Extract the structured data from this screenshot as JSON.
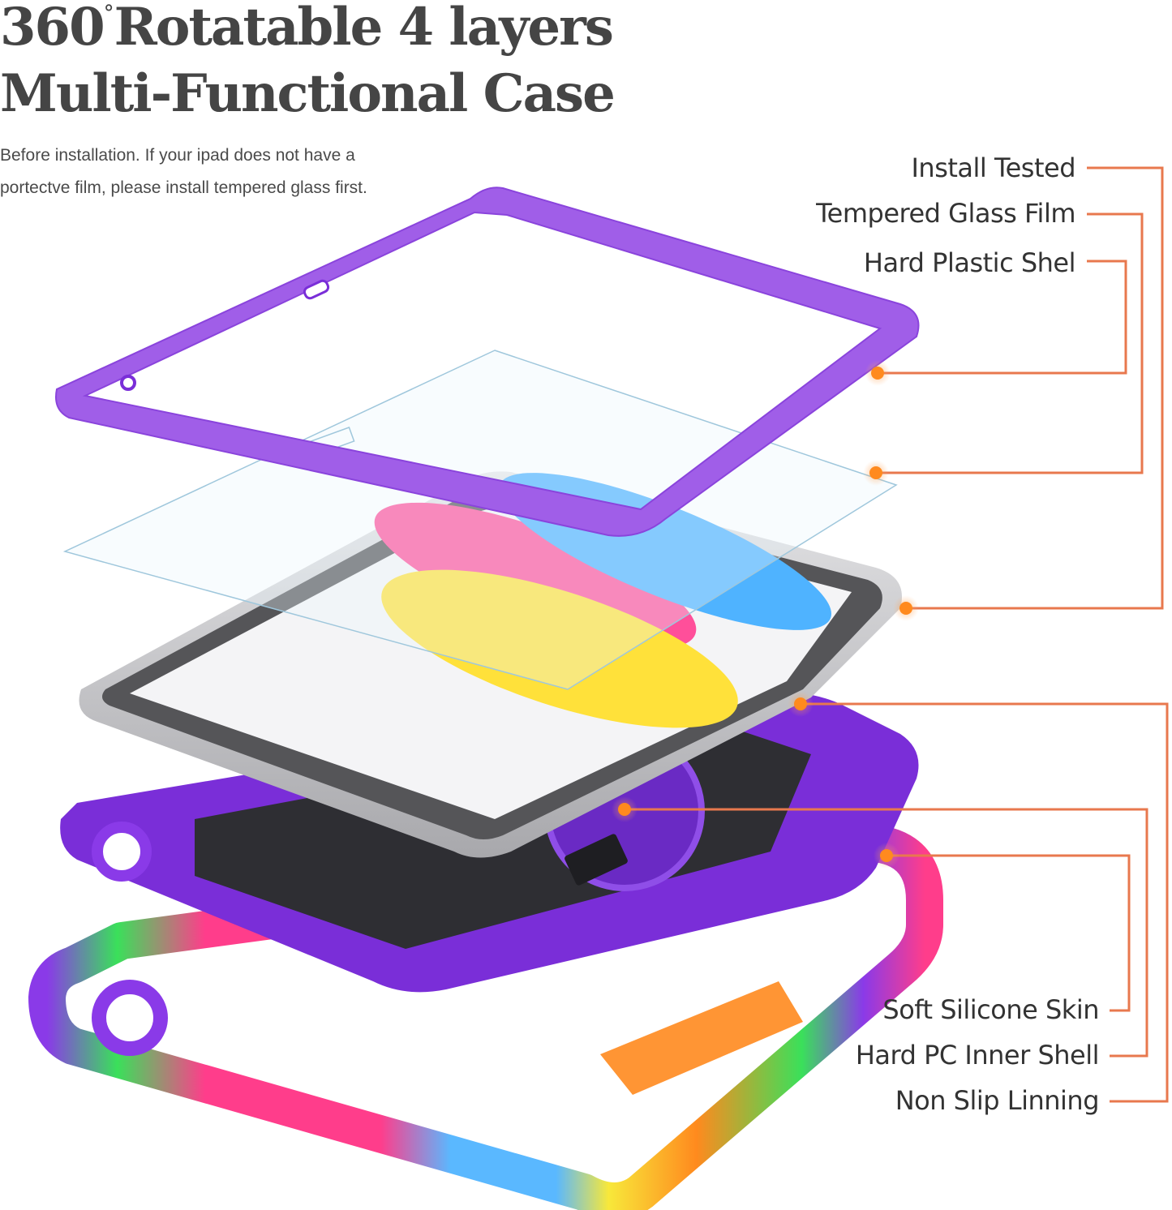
{
  "header": {
    "title_line1_number": "360",
    "title_line1_degree": "°",
    "title_line1_rest": "Rotatable 4 layers",
    "title_line2": "Multi-Functional Case",
    "subtitle_line1": "Before installation. If your ipad does not have a",
    "subtitle_line2": "portectve film, please install tempered glass first."
  },
  "callouts_top": [
    {
      "label": "Install Tested",
      "target": "ipad-edge"
    },
    {
      "label": "Tempered Glass Film",
      "target": "glass-film-corner"
    },
    {
      "label": "Hard Plastic Shel",
      "target": "front-frame-corner"
    }
  ],
  "callouts_bottom": [
    {
      "label": "Soft Silicone Skin",
      "target": "silicone-bumper"
    },
    {
      "label": "Hard PC Inner Shell",
      "target": "rotating-handle-disc"
    },
    {
      "label": "Non Slip Linning",
      "target": "inner-shell-edge"
    }
  ],
  "colors": {
    "accent_line": "#e8784e",
    "dot": "#ff8a1e",
    "dot_halo": "#ffc79a",
    "frame_purple": "#a05ee8",
    "shell_purple": "#7a2ed8",
    "lining_dark": "#2e2e33",
    "ipad_silver": "#c9c9cc",
    "bezel": "#555558",
    "wall_pink": "#ff4f9a",
    "wall_blue": "#4fb3ff",
    "wall_yellow": "#ffe13a",
    "bumper_pink": "#ff3d8b",
    "bumper_blue": "#5ab8ff",
    "bumper_yellow": "#f8e83a",
    "bumper_orange": "#ff8a1e",
    "bumper_green": "#3ae05a"
  }
}
